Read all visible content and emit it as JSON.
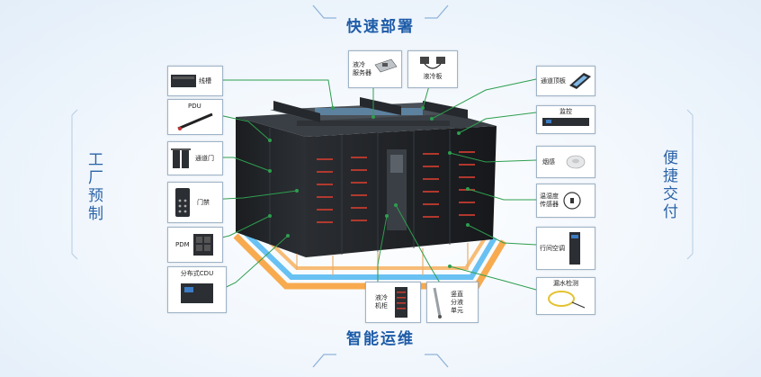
{
  "headers": {
    "top": "快速部署",
    "bottom": "智能运维"
  },
  "side_labels": {
    "left": "工厂预制",
    "right": "便捷交付"
  },
  "left_callouts": [
    {
      "label": "线槽",
      "icon": "cable-tray-icon"
    },
    {
      "label": "PDU",
      "icon": "pdu-strip-icon"
    },
    {
      "label": "通道门",
      "icon": "aisle-door-icon"
    },
    {
      "label": "门禁",
      "icon": "access-control-icon"
    },
    {
      "label": "PDM",
      "icon": "pdm-module-icon"
    },
    {
      "label": "分布式CDU",
      "icon": "cdu-unit-icon"
    }
  ],
  "top_callouts": [
    {
      "label": "液冷\n服务器",
      "icon": "liquid-cooled-server-icon"
    },
    {
      "label": "液冷板",
      "icon": "cold-plate-icon"
    }
  ],
  "right_callouts": [
    {
      "label": "通道顶板",
      "icon": "aisle-roof-panel-icon"
    },
    {
      "label": "监控",
      "icon": "monitoring-unit-icon"
    },
    {
      "label": "烟感",
      "icon": "smoke-detector-icon"
    },
    {
      "label": "温湿度\n传感器",
      "icon": "temp-humidity-sensor-icon"
    },
    {
      "label": "行间空调",
      "icon": "inrow-ac-icon"
    },
    {
      "label": "漏水检测",
      "icon": "leak-detection-icon"
    }
  ],
  "bottom_callouts": [
    {
      "label": "液冷\n机柜",
      "icon": "liquid-cooled-cabinet-icon"
    },
    {
      "label": "竖直\n分液\n单元",
      "icon": "vertical-manifold-icon"
    }
  ],
  "colors": {
    "accent": "#1e5ca8",
    "line": "#2e9e4f",
    "pipe_warm": "#f7a13c",
    "pipe_cold": "#4fb6f0"
  }
}
